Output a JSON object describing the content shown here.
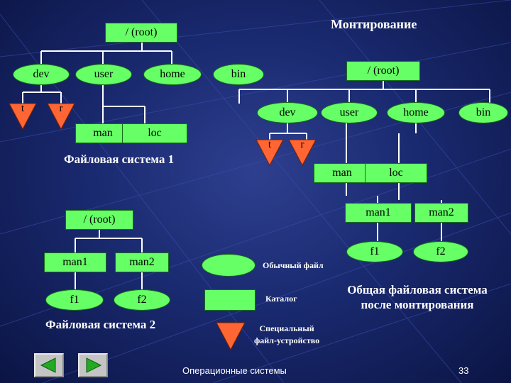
{
  "title": "Монтирование",
  "fs1": {
    "root": "/ (root)",
    "dev": "dev",
    "user": "user",
    "home": "home",
    "bin": "bin",
    "t": "t",
    "r": "r",
    "man": "man",
    "loc": "loc",
    "caption": "Файловая система 1"
  },
  "fs2": {
    "root": "/ (root)",
    "man1": "man1",
    "man2": "man2",
    "f1": "f1",
    "f2": "f2",
    "caption": "Файловая система 2"
  },
  "merged": {
    "root": "/ (root)",
    "dev": "dev",
    "user": "user",
    "home": "home",
    "bin": "bin",
    "t": "t",
    "r": "r",
    "man": "man",
    "loc": "loc",
    "man1": "man1",
    "man2": "man2",
    "f1": "f1",
    "f2": "f2",
    "caption_line1": "Общая файловая система",
    "caption_line2": "после монтирования"
  },
  "legend": {
    "file": "Обычный файл",
    "dir": "Каталог",
    "special_line1": "Специальный",
    "special_line2": "файл-устройство"
  },
  "footer": {
    "course": "Операционные системы",
    "page": "33"
  },
  "colors": {
    "node": "#66ff66",
    "triangle": "#ff6633",
    "edge": "#ffffff"
  },
  "icons": {
    "prev": "triangle-left-icon",
    "next": "triangle-right-icon"
  }
}
